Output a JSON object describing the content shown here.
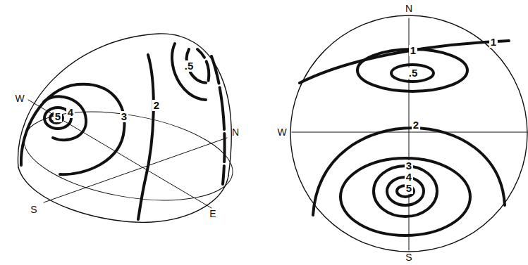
{
  "diagram": {
    "labels": [
      "W",
      "5",
      "4",
      "3",
      "2",
      ".5",
      "N",
      "S",
      "E",
      "N",
      "1",
      "1",
      ".5",
      "W",
      "2",
      "3",
      "4",
      "5",
      "S"
    ]
  }
}
